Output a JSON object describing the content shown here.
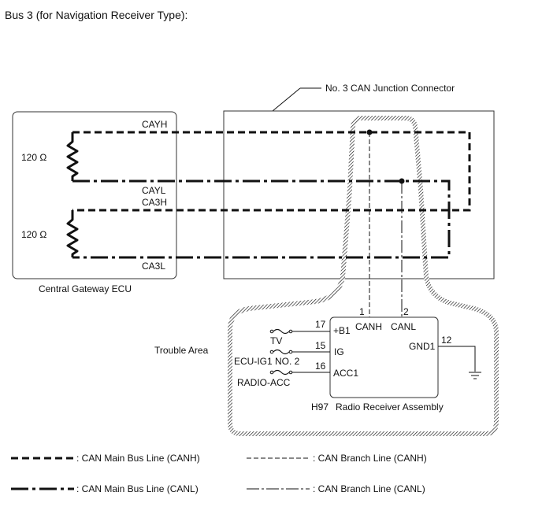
{
  "title": "Bus 3 (for Navigation Receiver Type):",
  "junction_connector_label": "No. 3 CAN Junction Connector",
  "gateway_ecu": {
    "name": "Central Gateway ECU",
    "resistor_upper": "120 Ω",
    "resistor_lower": "120 Ω",
    "pins": {
      "cayh": "CAYH",
      "cayl": "CAYL",
      "ca3h": "CA3H",
      "ca3l": "CA3L"
    }
  },
  "trouble_area_label": "Trouble Area",
  "receiver": {
    "connector": "H97",
    "name": "Radio Receiver Assembly",
    "pin_canh_num": "1",
    "pin_canh": "CANH",
    "pin_canl_num": "2",
    "pin_canl": "CANL",
    "pin_b1_num": "17",
    "pin_b1": "+B1",
    "pin_ig_num": "15",
    "pin_ig": "IG",
    "pin_acc_num": "16",
    "pin_acc": "ACC1",
    "pin_gnd_num": "12",
    "pin_gnd": "GND1"
  },
  "fuses": {
    "tv": "TV",
    "ecu_ig": "ECU-IG1 NO. 2",
    "radio_acc": "RADIO-ACC"
  },
  "legend": {
    "main_canh": ": CAN Main Bus Line (CANH)",
    "main_canl": ": CAN Main Bus Line (CANL)",
    "branch_canh": ": CAN Branch Line (CANH)",
    "branch_canl": ": CAN Branch Line (CANL)"
  },
  "colors": {
    "line": "#111111",
    "background": "#ffffff"
  }
}
